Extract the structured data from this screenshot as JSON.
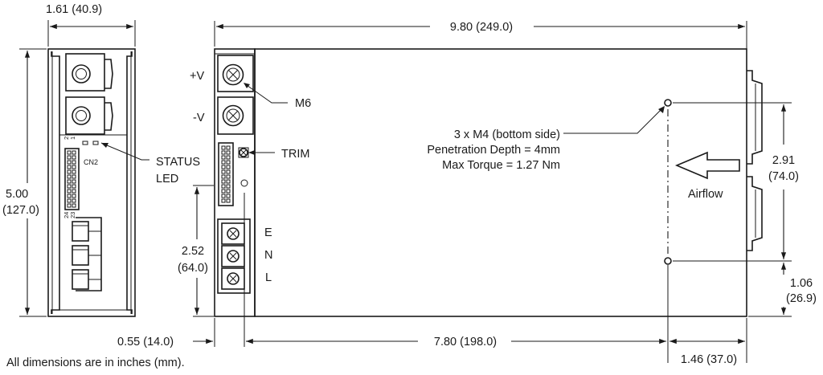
{
  "dimensions": {
    "side_width": "1.61 (40.9)",
    "overall_length": "9.80 (249.0)",
    "height_in": "5.00",
    "height_mm": "(127.0)",
    "terminal_height_in": "2.52",
    "terminal_height_mm": "(64.0)",
    "mount_spacing_in": "2.91",
    "mount_spacing_mm": "(74.0)",
    "mount_offset_in": "1.06",
    "mount_offset_mm": "(26.9)",
    "left_offset": "0.55 (14.0)",
    "mount_length": "7.80 (198.0)",
    "right_offset": "1.46 (37.0)"
  },
  "labels": {
    "plus_v": "+V",
    "minus_v": "-V",
    "m6": "M6",
    "status": "STATUS",
    "led": "LED",
    "trim": "TRIM",
    "cn2": "CN2",
    "pin_2": "2",
    "pin_1": "1",
    "pin_24": "24",
    "pin_23": "23",
    "e": "E",
    "n": "N",
    "l": "L",
    "mount_line1": "3 x M4 (bottom side)",
    "mount_line2": "Penetration Depth = 4mm",
    "mount_line3": "Max Torque = 1.27 Nm",
    "airflow": "Airflow"
  },
  "note": "All dimensions are in inches (mm)."
}
